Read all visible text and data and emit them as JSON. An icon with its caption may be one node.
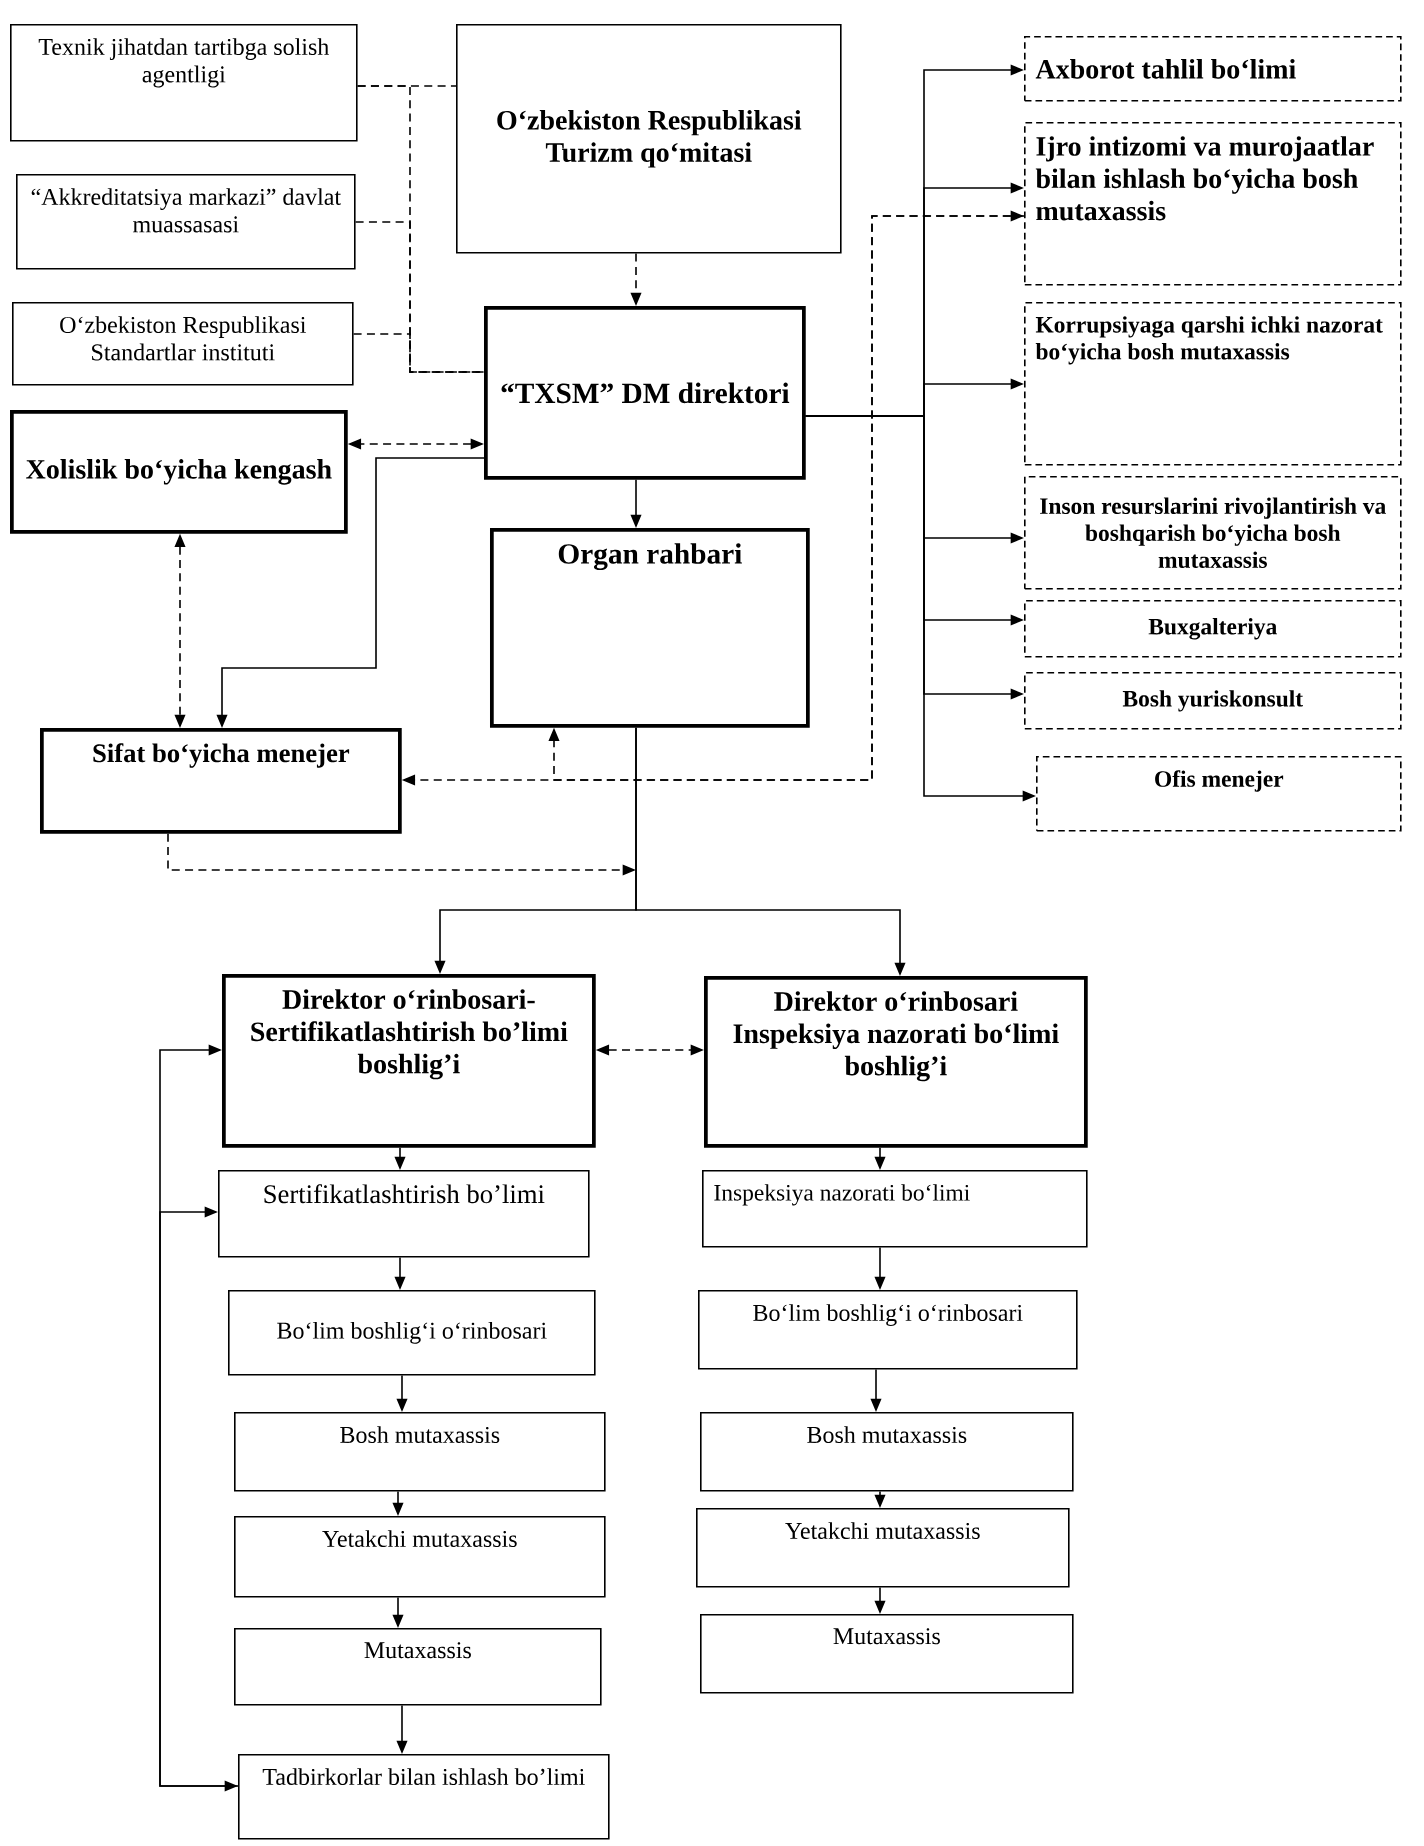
{
  "diagram": {
    "nodes": [
      {
        "text": [
          "Texnik jihatdan tartibga solish agentligi"
        ]
      },
      {
        "text": [
          "O‘zbekiston Respublikasi Turizm qo‘mitasi"
        ]
      },
      {
        "text": [
          "“Akkreditatsiya markazi” davlat muassasasi"
        ]
      },
      {
        "text": [
          "O‘zbekiston Respublikasi Standartlar instituti"
        ]
      },
      {
        "text": [
          "“TXSM” DM direktori"
        ]
      },
      {
        "text": [
          "Xolislik bo‘yicha kengash"
        ]
      },
      {
        "text": [
          "Axborot tahlil bo‘limi"
        ]
      },
      {
        "text": [
          "Ijro intizomi va murojaatlar bilan ishlash bo‘yicha bosh mutaxassis"
        ]
      },
      {
        "text": [
          "Korrupsiyaga qarshi ichki nazorat bo‘yicha bosh mutaxassis"
        ]
      },
      {
        "text": [
          "Inson resurslarini rivojlantirish va boshqarish bo‘yicha bosh mutaxassis"
        ]
      },
      {
        "text": [
          "Buxgalteriya"
        ]
      },
      {
        "text": [
          "Bosh yuriskonsult"
        ]
      },
      {
        "text": [
          "Ofis menejer"
        ]
      },
      {
        "text": [
          "Organ rahbari"
        ]
      },
      {
        "text": [
          "Sifat bo‘yicha menejer"
        ]
      },
      {
        "text": [
          "Direktor o‘rinbosari- Sertifikatlashtirish bo’limi boshlig’i"
        ]
      },
      {
        "text": [
          "Direktor o‘rinbosari Inspeksiya nazorati bo‘limi boshlig’i"
        ]
      },
      {
        "text": [
          "Sertifikatlashtirish bo’limi"
        ]
      },
      {
        "text": [
          "Inspeksiya nazorati bo‘limi"
        ]
      },
      {
        "text": [
          "Bo‘lim boshlig‘i o‘rinbosari"
        ]
      },
      {
        "text": [
          "Bo‘lim boshlig‘i o‘rinbosari"
        ]
      },
      {
        "text": [
          "Bosh mutaxassis"
        ]
      },
      {
        "text": [
          "Bosh mutaxassis"
        ]
      },
      {
        "text": [
          "Yetakchi mutaxassis"
        ]
      },
      {
        "text": [
          "Yetakchi mutaxassis"
        ]
      },
      {
        "text": [
          "Mutaxassis"
        ]
      },
      {
        "text": [
          "Mutaxassis"
        ]
      },
      {
        "text": [
          "Tadbirkorlar bilan ishlash bo’limi"
        ]
      }
    ],
    "edges": [
      {
        "from": 0,
        "to": 1,
        "arrow": "none",
        "style": "dashed"
      },
      {
        "from": 0,
        "to": 4,
        "arrow": "none",
        "style": "dashed"
      },
      {
        "from": 2,
        "to": 4,
        "arrow": "none",
        "style": "dashed"
      },
      {
        "from": 3,
        "to": 4,
        "arrow": "none",
        "style": "dashed"
      },
      {
        "from": 1,
        "to": 4,
        "arrow": "to",
        "style": "dashed"
      },
      {
        "from": 4,
        "to": 5,
        "arrow": "both",
        "style": "dashed"
      },
      {
        "from": 4,
        "to": 14,
        "arrow": "to"
      },
      {
        "from": 5,
        "to": 14,
        "arrow": "both",
        "style": "dashed"
      },
      {
        "from": 4,
        "to": 13,
        "arrow": "to"
      },
      {
        "from": 4,
        "to": 6,
        "arrow": "to"
      },
      {
        "from": 4,
        "to": 7,
        "arrow": "to"
      },
      {
        "from": 4,
        "to": 8,
        "arrow": "to"
      },
      {
        "from": 4,
        "to": 9,
        "arrow": "to"
      },
      {
        "from": 4,
        "to": 10,
        "arrow": "to"
      },
      {
        "from": 4,
        "to": 11,
        "arrow": "to"
      },
      {
        "from": 4,
        "to": 12,
        "arrow": "to"
      },
      {
        "from": 7,
        "to": 14,
        "arrow": "both",
        "style": "dashed"
      },
      {
        "from": 7,
        "to": 13,
        "arrow": "to",
        "style": "dashed"
      },
      {
        "from": 14,
        "to": null,
        "arrow": "to",
        "style": "dashed"
      },
      {
        "from": 13,
        "to": 15,
        "arrow": "to"
      },
      {
        "from": 13,
        "to": 16,
        "arrow": "to"
      },
      {
        "from": 15,
        "to": 16,
        "arrow": "both",
        "style": "dashed"
      },
      {
        "from": 15,
        "to": 17,
        "arrow": "to"
      },
      {
        "from": 17,
        "to": 19,
        "arrow": "to"
      },
      {
        "from": 19,
        "to": 21,
        "arrow": "to"
      },
      {
        "from": 21,
        "to": 23,
        "arrow": "to"
      },
      {
        "from": 23,
        "to": 25,
        "arrow": "to"
      },
      {
        "from": 25,
        "to": 27,
        "arrow": "to"
      },
      {
        "from": 16,
        "to": 18,
        "arrow": "to"
      },
      {
        "from": 18,
        "to": 20,
        "arrow": "to"
      },
      {
        "from": 20,
        "to": 22,
        "arrow": "to"
      },
      {
        "from": 22,
        "to": 24,
        "arrow": "to"
      },
      {
        "from": 24,
        "to": 26,
        "arrow": "to"
      },
      {
        "from": 27,
        "to": 15,
        "arrow": "both"
      },
      {
        "from": 27,
        "to": 17,
        "arrow": "to"
      }
    ]
  }
}
